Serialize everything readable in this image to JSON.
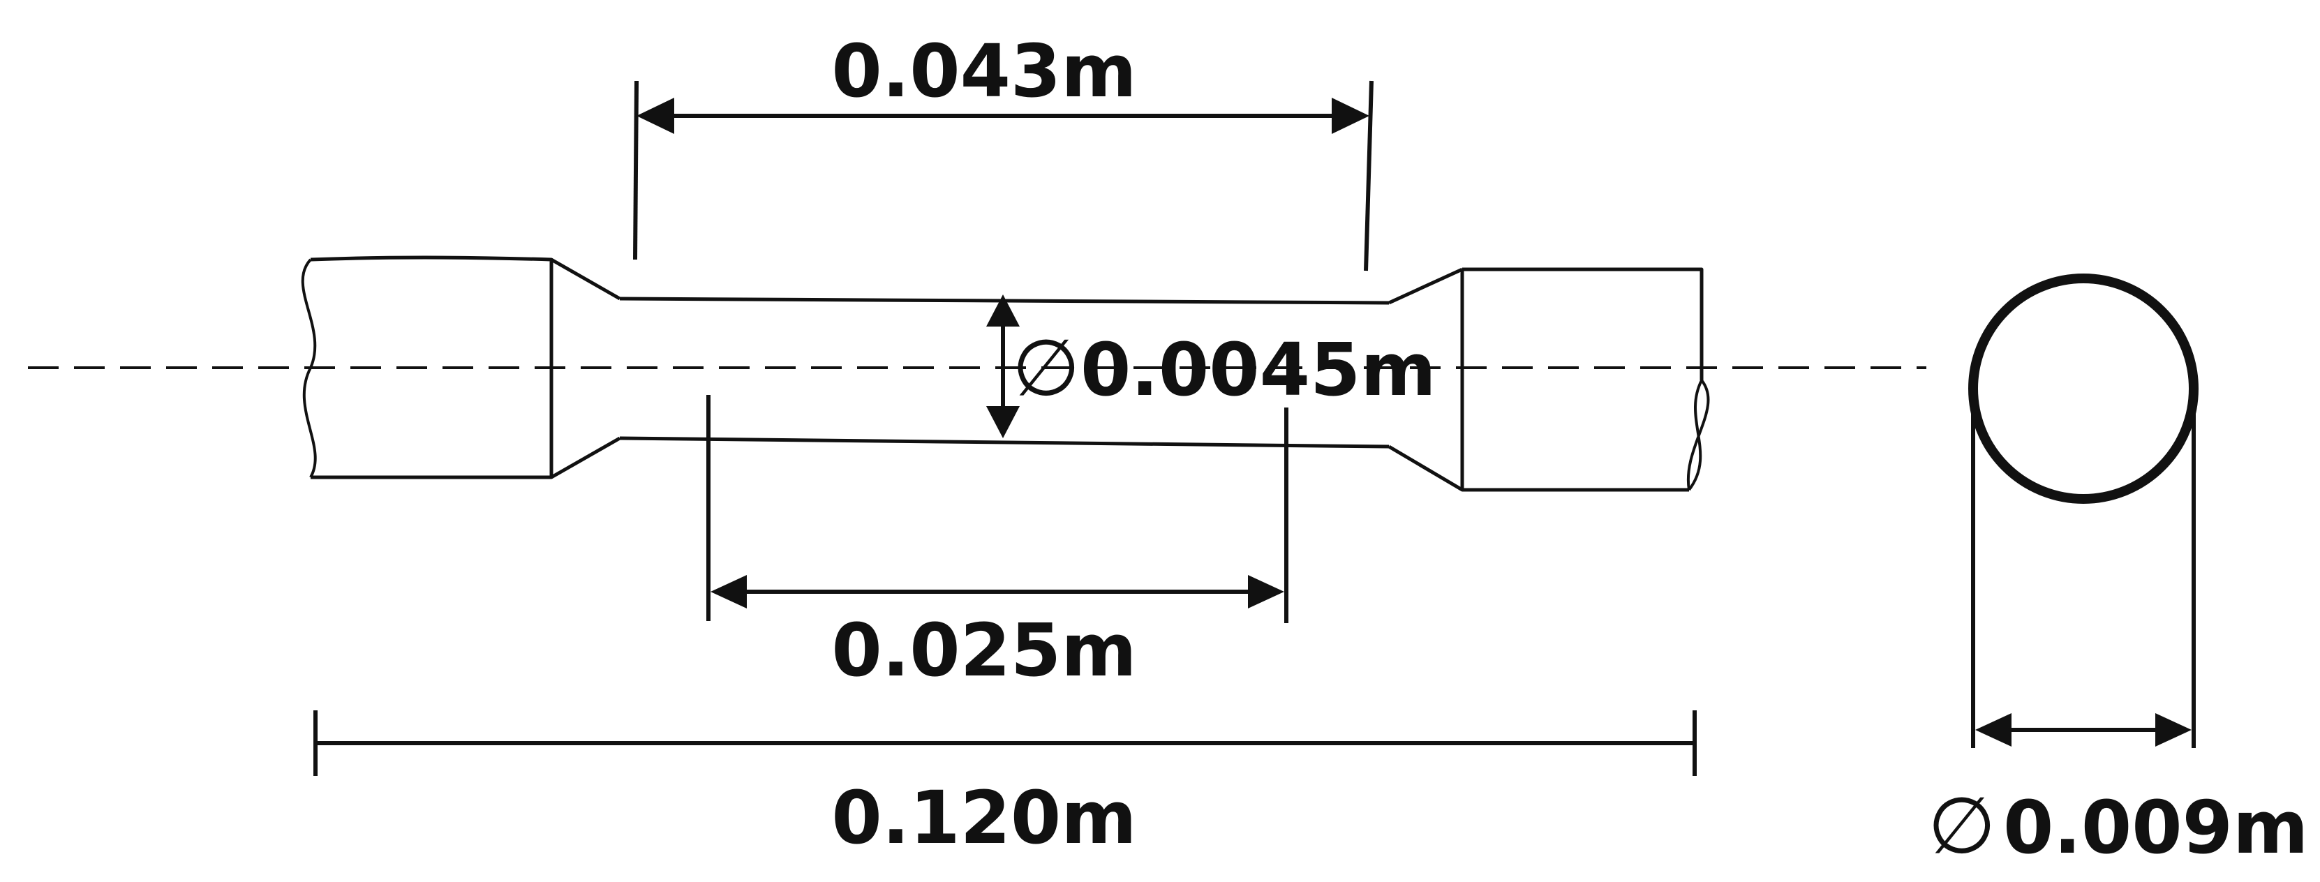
{
  "dimensions": {
    "gauge_span": "0.043m",
    "reduced_diameter": "0.0045m",
    "gauge_length": "0.025m",
    "total_length": "0.120m",
    "grip_diameter": "0.009m"
  },
  "symbols": {
    "diameter": "∅"
  },
  "colors": {
    "ink": "#111111",
    "background": "#ffffff"
  }
}
